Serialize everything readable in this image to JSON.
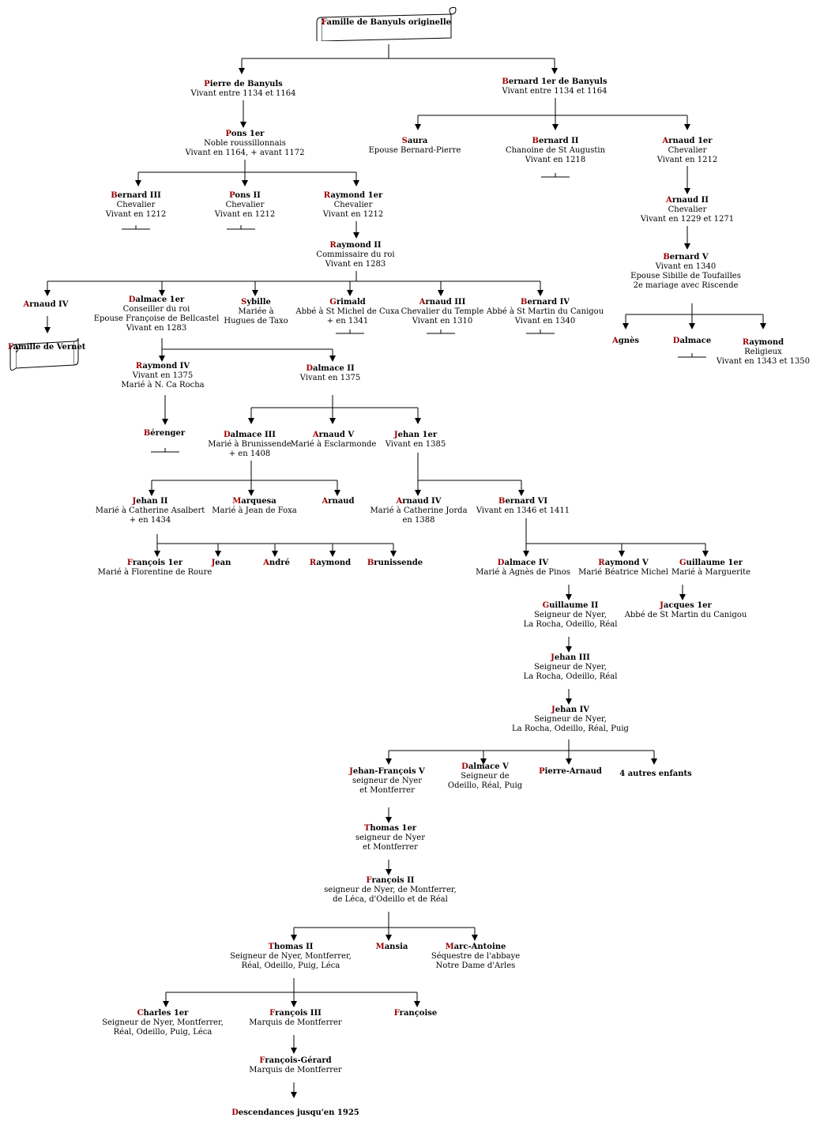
{
  "title_scroll": {
    "text": "Famille de Banyuls originelle"
  },
  "vernet_scroll": {
    "line1": "Famille de",
    "line2": "Vernet"
  },
  "people": [
    {
      "id": "pierre",
      "name": "Pierre de Banyuls",
      "lines": [
        "Vivant entre 1134 et 1164"
      ]
    },
    {
      "id": "bernard1",
      "name": "Bernard 1er de Banyuls",
      "lines": [
        "Vivant entre 1134 et 1164"
      ]
    },
    {
      "id": "pons1",
      "name": "Pons 1er",
      "lines": [
        "Noble roussillonnais",
        "Vivant en 1164, + avant 1172"
      ]
    },
    {
      "id": "saura",
      "name": "Saura",
      "lines": [
        "Epouse Bernard-Pierre"
      ]
    },
    {
      "id": "bernard2",
      "name": "Bernard II",
      "lines": [
        "Chanoine de St Augustin",
        "Vivant en 1218"
      ]
    },
    {
      "id": "arnaud1",
      "name": "Arnaud 1er",
      "lines": [
        "Chevalier",
        "Vivant en 1212"
      ]
    },
    {
      "id": "bernard3",
      "name": "Bernard III",
      "lines": [
        "Chevalier",
        "Vivant en 1212"
      ]
    },
    {
      "id": "pons2",
      "name": "Pons II",
      "lines": [
        "Chevalier",
        "Vivant en 1212"
      ]
    },
    {
      "id": "raymond1",
      "name": "Raymond 1er",
      "lines": [
        "Chevalier",
        "Vivant en 1212"
      ]
    },
    {
      "id": "arnaud2",
      "name": "Arnaud II",
      "lines": [
        "Chevalier",
        "Vivant en 1229 et 1271"
      ]
    },
    {
      "id": "raymond2",
      "name": "Raymond II",
      "lines": [
        "Commissaire du roi",
        "Vivant en 1283"
      ]
    },
    {
      "id": "bernard5",
      "name": "Bernard V",
      "lines": [
        "Vivant en 1340",
        "Epouse Sibille de Toufailles",
        "2e mariage avec Riscende"
      ]
    },
    {
      "id": "arnaud4",
      "name": "Arnaud IV",
      "lines": []
    },
    {
      "id": "dalmace1",
      "name": "Dalmace 1er",
      "lines": [
        "Conseiller du roi",
        "Epouse Françoise de Bellcastel",
        "Vivant en 1283"
      ]
    },
    {
      "id": "sybille",
      "name": "Sybille",
      "lines": [
        "Mariée à",
        "Hugues de Taxo"
      ]
    },
    {
      "id": "grimald",
      "name": "Grimald",
      "lines": [
        "Abbé à St Michel de Cuxa",
        "+ en 1341"
      ]
    },
    {
      "id": "arnaud3",
      "name": "Arnaud III",
      "lines": [
        "Chevalier du Temple",
        "Vivant en 1310"
      ]
    },
    {
      "id": "bernard4",
      "name": "Bernard IV",
      "lines": [
        "Abbé à St Martin du Canigou",
        "Vivant en 1340"
      ]
    },
    {
      "id": "agnes",
      "name": "Agnès",
      "lines": []
    },
    {
      "id": "dalmace_b5",
      "name": "Dalmace",
      "lines": []
    },
    {
      "id": "raymond_b5",
      "name": "Raymond",
      "lines": [
        "Religieux",
        "Vivant en 1343 et 1350"
      ]
    },
    {
      "id": "raymond4",
      "name": "Raymond IV",
      "lines": [
        "Vivant en 1375",
        "Marié à N. Ca Rocha"
      ]
    },
    {
      "id": "dalmace2",
      "name": "Dalmace II",
      "lines": [
        "Vivant en 1375"
      ]
    },
    {
      "id": "berenger",
      "name": "Bérenger",
      "lines": []
    },
    {
      "id": "dalmace3",
      "name": "Dalmace III",
      "lines": [
        "Marié à Brunissende",
        "+ en 1408"
      ]
    },
    {
      "id": "arnaud5",
      "name": "Arnaud V",
      "lines": [
        "Marié à Esclarmonde"
      ]
    },
    {
      "id": "jehan1",
      "name": "Jehan 1er",
      "lines": [
        "Vivant en 1385"
      ]
    },
    {
      "id": "jehan2",
      "name": "Jehan II",
      "lines": [
        "Marié à Catherine Asalbert",
        "+ en 1434"
      ]
    },
    {
      "id": "marquesa",
      "name": "Marquesa",
      "lines": [
        "Marié à Jean de Foxa"
      ]
    },
    {
      "id": "arnaud_d3",
      "name": "Arnaud",
      "lines": []
    },
    {
      "id": "arnaud4b",
      "name": "Arnaud IV",
      "lines": [
        "Marié à Catherine Jorda",
        "en 1388"
      ]
    },
    {
      "id": "bernard6",
      "name": "Bernard VI",
      "lines": [
        "Vivant en 1346 et 1411"
      ]
    },
    {
      "id": "francois1",
      "name": "François 1er",
      "lines": [
        "Marié à Florentine de Roure"
      ]
    },
    {
      "id": "jean",
      "name": "Jean",
      "lines": []
    },
    {
      "id": "andre",
      "name": "André",
      "lines": []
    },
    {
      "id": "raymond_j2",
      "name": "Raymond",
      "lines": []
    },
    {
      "id": "brunissende",
      "name": "Brunissende",
      "lines": []
    },
    {
      "id": "dalmace4",
      "name": "Dalmace IV",
      "lines": [
        "Marié à Agnès de Pinos"
      ]
    },
    {
      "id": "raymond5",
      "name": "Raymond V",
      "lines": [
        "Marié Béatrice Michel"
      ]
    },
    {
      "id": "guillaume1",
      "name": "Guillaume 1er",
      "lines": [
        "Marié à Marguerite"
      ]
    },
    {
      "id": "guillaume2",
      "name": "Guillaume II",
      "lines": [
        "Seigneur de Nyer,",
        "La Rocha, Odeillo, Réal"
      ]
    },
    {
      "id": "jacques1",
      "name": "Jacques 1er",
      "lines": [
        "Abbé de St Martin du Canigou"
      ]
    },
    {
      "id": "jehan3",
      "name": "Jehan III",
      "lines": [
        "Seigneur de Nyer,",
        "La Rocha, Odeillo, Réal"
      ]
    },
    {
      "id": "jehan4",
      "name": "Jehan IV",
      "lines": [
        "Seigneur de Nyer,",
        "La Rocha, Odeillo, Réal, Puig"
      ]
    },
    {
      "id": "jehanfrancois5",
      "name": "Jehan-François V",
      "lines": [
        "seigneur de Nyer",
        "et Montferrer"
      ]
    },
    {
      "id": "dalmace5",
      "name": "Dalmace V",
      "lines": [
        "Seigneur de",
        "Odeillo, Réal, Puig"
      ]
    },
    {
      "id": "pierrearnaud",
      "name": "Pierre-Arnaud",
      "lines": []
    },
    {
      "id": "autres",
      "name": "4 autres enfants",
      "lines": [],
      "plain": true
    },
    {
      "id": "thomas1",
      "name": "Thomas 1er",
      "lines": [
        "seigneur de Nyer",
        "et Montferrer"
      ]
    },
    {
      "id": "francois2",
      "name": "François II",
      "lines": [
        "seigneur de Nyer, de Montferrer,",
        "de Léca, d'Odeillo et de Réal"
      ]
    },
    {
      "id": "thomas2",
      "name": "Thomas II",
      "lines": [
        "Seigneur de Nyer, Montferrer,",
        "Réal, Odeillo, Puig, Léca"
      ]
    },
    {
      "id": "mansia",
      "name": "Mansia",
      "lines": []
    },
    {
      "id": "marcantoine",
      "name": "Marc-Antoine",
      "lines": [
        "Séquestre de l'abbaye",
        "Notre Dame d'Arles"
      ]
    },
    {
      "id": "charles1",
      "name": "Charles 1er",
      "lines": [
        "Seigneur de Nyer, Montferrer,",
        "Réal, Odeillo, Puig, Léca"
      ]
    },
    {
      "id": "francois3",
      "name": "François III",
      "lines": [
        "Marquis de Montferrer"
      ]
    },
    {
      "id": "francoise",
      "name": "Françoise",
      "lines": []
    },
    {
      "id": "francoisgerard",
      "name": "François-Gérard",
      "lines": [
        "Marquis de Montferrer"
      ]
    },
    {
      "id": "descendances",
      "name": "Descendances jusqu'en 1925",
      "lines": []
    }
  ]
}
